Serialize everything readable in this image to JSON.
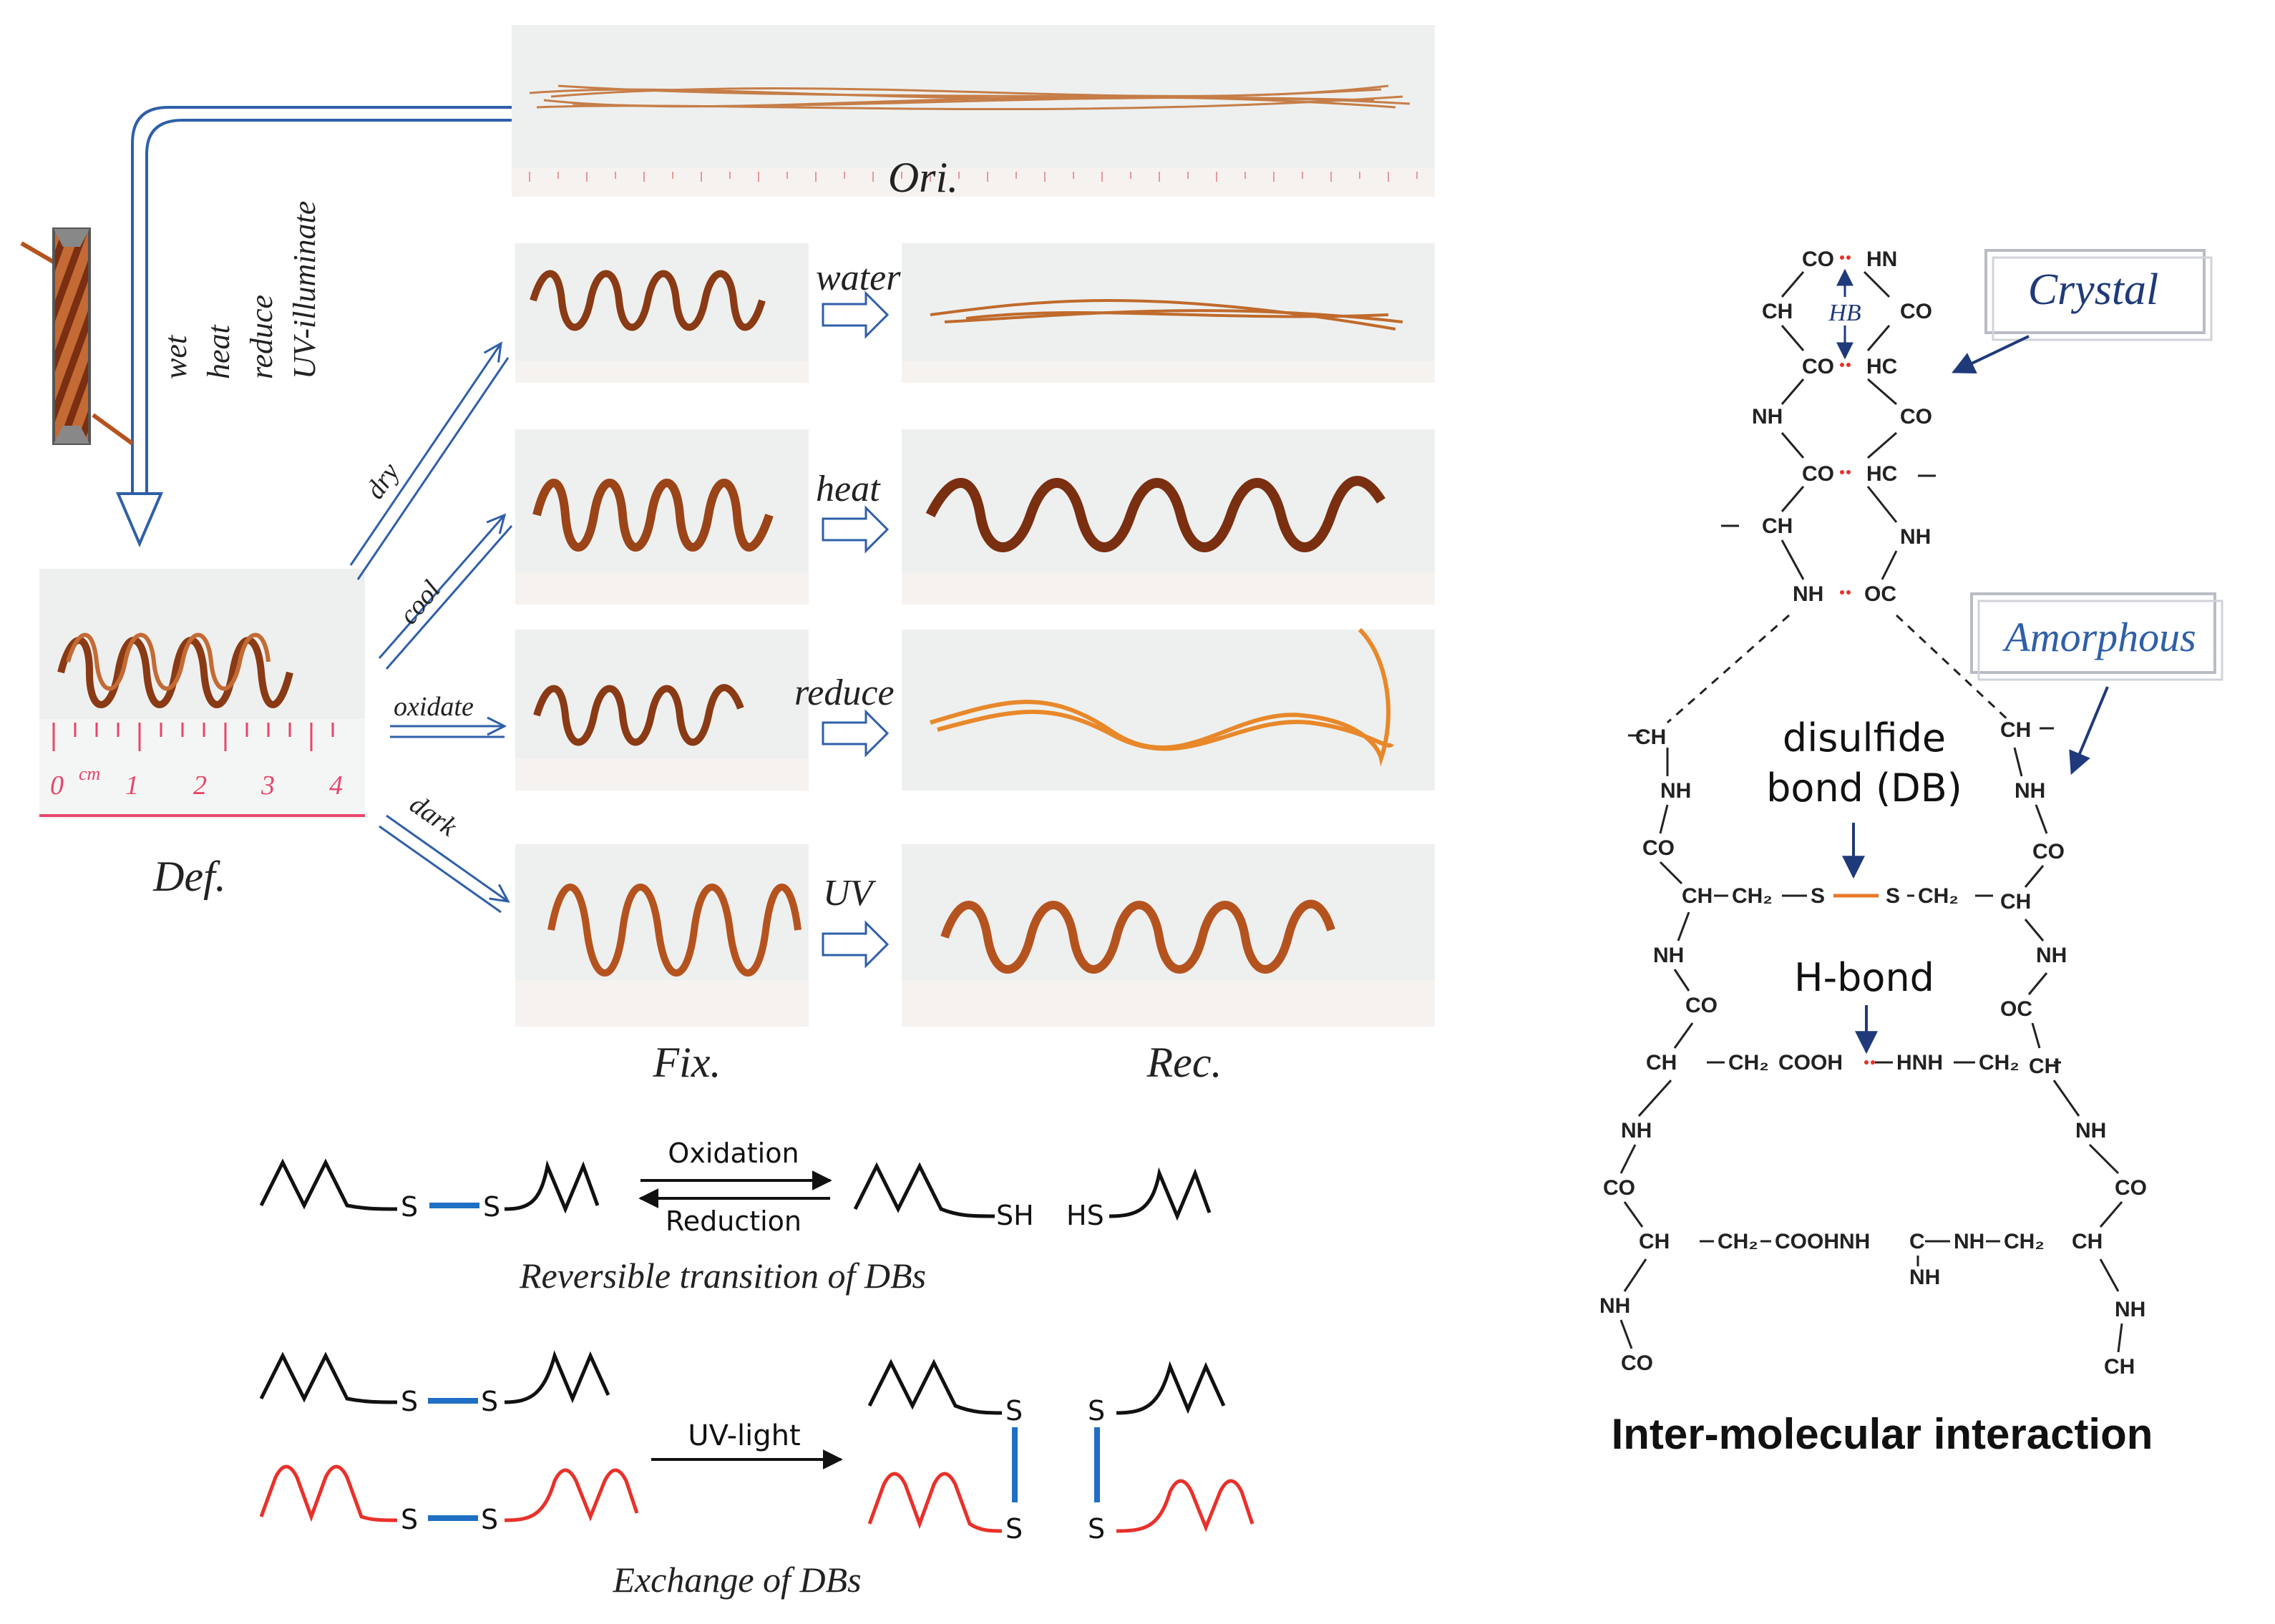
{
  "process": {
    "stimuli_labels": [
      "wet",
      "heat",
      "reduce",
      "UV-illuminate"
    ],
    "original_label": "Ori.",
    "deformed_label": "Def.",
    "fixed_label": "Fix.",
    "recovered_label": "Rec.",
    "ruler_numbers": [
      "0",
      "1",
      "2",
      "3",
      "4"
    ],
    "ruler_unit": "cm",
    "rows": [
      {
        "fix_condition": "dry",
        "rec_stimulus": "water"
      },
      {
        "fix_condition": "cool",
        "rec_stimulus": "heat"
      },
      {
        "fix_condition": "oxidate",
        "rec_stimulus": "reduce"
      },
      {
        "fix_condition": "dark",
        "rec_stimulus": "UV"
      }
    ]
  },
  "reversible": {
    "oxidation_label": "Oxidation",
    "reduction_label": "Reduction",
    "caption": "Reversible transition of DBs",
    "s": "S",
    "sh": "SH",
    "hs": "HS"
  },
  "exchange": {
    "uv_label": "UV-light",
    "caption": "Exchange of DBs",
    "s": "S"
  },
  "interaction": {
    "crystal_label": "Crystal",
    "amorphous_label": "Amorphous",
    "hb_label": "HB",
    "db_label_line1": "disulfide",
    "db_label_line2": "bond (DB)",
    "hbond_label": "H-bond",
    "caption": "Inter-molecular interaction",
    "groups": {
      "co": "CO",
      "hn": "HN",
      "ch": "CH",
      "nh": "NH",
      "hc": "HC",
      "oc": "OC",
      "ch2": "CH₂",
      "s": "S",
      "cooh": "COOH",
      "hnh": "HNH",
      "coohnh": "COOHNH",
      "c": "C"
    }
  },
  "colors": {
    "arrow_blue": "#2f5fa8",
    "hair": "#b5531f",
    "disulfide_blue": "#1f6fc4",
    "disulfide_orange": "#e87a2a",
    "chain_red": "#e8312a",
    "label_navy": "#1f3a7a"
  }
}
